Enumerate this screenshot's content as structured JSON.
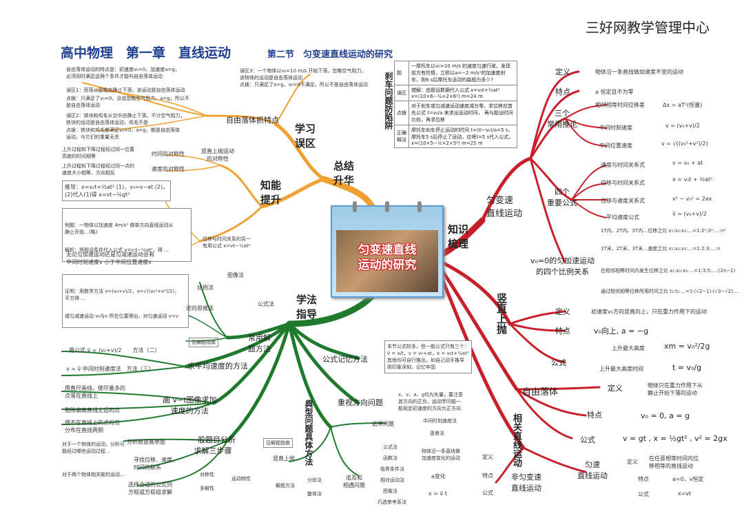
{
  "header": {
    "org": "三好网教学管理中心",
    "title": "高中物理　第一章　直线运动",
    "subtitle": "第二节　匀变速直线运动的研究"
  },
  "center": {
    "title_line1": "匀变速直线",
    "title_line2": "运动的研究"
  },
  "hubs": {
    "summary": "总结\n升华",
    "review": "学习\n误区",
    "ability": "知能\n提升",
    "study": "学法\n指导",
    "knowledge": "知识\n梳理",
    "uniform_accel": "匀变速\n直线运动",
    "vertical_up": "竖直上抛",
    "free_fall": "自由落体",
    "related": "相关直线运动",
    "trap": "刹车问题防陷阱",
    "typical": "典型问题具体方法"
  },
  "uniform_accel": {
    "def_label": "定义",
    "def_text": "物体沿一条直线做加速度不变的运动",
    "feat_label": "特点",
    "feat_text": "a 恒定且不为零",
    "three_label": "三个\n常用推论",
    "adj_label": "相邻相等时间位移差",
    "adj_formula": "Δx = aT²(恒量)",
    "mid_time_label": "中间时刻速度",
    "mid_time_formula": "v = (v₀+v)/2",
    "mid_pos_label": "中间位置速度",
    "mid_pos_formula": "v = √((v₀²+v²)/2)",
    "four_label": "四个\n重要公式",
    "f1_label": "速度与时间关系式",
    "f1": "v = v₀ + at",
    "f2_label": "位移与时间关系式",
    "f2": "x = v₀t + ½at²",
    "f3_label": "位移与速度关系式",
    "f3": "v² − v₀² = 2ax",
    "f4_label": "平均速度公式",
    "f4": "v̄ = (v₀+v)/2",
    "ratio_label": "v₀=0的匀加速运动\n的四个比例关系",
    "r1": "1T内、2T内、3T内…位移之比 x₁:x₂:x₃:…=1:2²:3²:…:n²",
    "r2": "1T末、2T末、3T末…速度之比 v₁:v₂:v₃:…=1:2:3:…:n",
    "r3": "在相邻相等时间内发生位移之比 x₁:x₂:x₃:…=1:3:5:…:(2n−1)",
    "r4": "通过相邻相等位移所用时间之比 t₁:t₂:…=1:(√2−1):(√3−√2):…"
  },
  "vertical_up": {
    "def_label": "定义",
    "def_text": "初速度v₀方向竖直向上，只在重力作用下的运动",
    "feat_label": "特点",
    "feat_text": "v₀向上, a = −g",
    "formula_label": "公式",
    "h_label": "上升最大高度",
    "h_formula": "xm = v₀²/2g",
    "t_label": "上升最大高度时间",
    "t_formula": "t = v₀/g"
  },
  "free_fall": {
    "def_label": "定义",
    "def_text": "物体只在重力作用下从\n静止开始下落的运动",
    "feat_label": "特点",
    "feat_text": "v₀ = 0, a = g",
    "formula_label": "公式",
    "formula_text": "v = gt , x = ½gt² , v² = 2gx"
  },
  "related": {
    "uniform_label": "匀速\n直线运动",
    "u_def_label": "定义",
    "u_def_text": "在任意相等时间内位\n移相等的直线运动",
    "u_feat_label": "特点",
    "u_feat_text": "a=0，v恒定",
    "u_formula_label": "公式",
    "u_formula_text": "x=vt",
    "nonuniform_label": "非匀变速\n直线运动",
    "n_def_label": "定义",
    "n_def_text": "物体沿一条直线做\n加速度变化的运动",
    "n_feat_label": "特点",
    "n_feat_text": "a变化",
    "n_formula_label": "公式",
    "n_formula_text": "x = v̄ t"
  },
  "review": {
    "freefall_label": "自由落体抓特点",
    "e1": "自由落体运动的特点是：初速度v₀=0，加速度a=g，\n必须同时满足这两个条件才能叫自由落体运动",
    "e2_label": "误区1：而落从屋檐由静止下落，该运动是自由落体运动",
    "e2": "点拨：只满足了v₀=0，没说忽略空气阻力，a=g，所以不\n是自由落体运动",
    "e3_label": "误区2：铁块和鸡毛从空中由静止下落，不计空气阻力，\n铁块的运动是自由落体运动，鸡毛不是",
    "e3": "点拨：铁块和鸡毛都满足v₀=0，a=g，都是自由落体\n运动，与它们的重量无关",
    "e4_label": "误区3：一个物体以v₀=10 m/s 开始下落，忽略空气阻力，\n该物体的运动是自由落体运动",
    "e4": "点拨：只满足了a=g，v₀=0不满足，所以不是自由落体运动",
    "sym_label": "竖直上抛运动\n的对称性",
    "time_sym": "时间的对称性",
    "time_sym_text": "上升过程和下降过程经过同一位置\n高度的时间相等",
    "vel_sym": "速度的对称性",
    "vel_sym_text": "上升过程和下降过程经过同一点的\n速度大小相等、方向相反"
  },
  "ability": {
    "formula_box": "推导：x=v₀t+½at² (1)，v₀=v−at (2)，\n(2)代入(1)得 x=vt−½gt²",
    "example": "例题：一物体以加速度 4m/s² 做单方向直线运动从\n静止开始…(略)",
    "example_solve": "解析：将题设条件代入公式 x=v·t−½at²，得 …",
    "disp_label": "位移与时间关系的另一\n有用公式 x=vt−½at²",
    "avg_label": "无论匀加速运动还是匀减速运动总有\n中间时刻速度v 小于中间位置速度v",
    "proof": "证明：用数学方法 v=(v₀+v)/2，v=√((v₀²+v²)/2)，\n平方得 …",
    "proof_end": "或匀减速运动 v₀与v 所在位置得出，对匀速运动 v=v"
  },
  "trap": {
    "q_label": "题",
    "q": "一摩托车以v₀=10 m/s 的速度匀速行驶，发现前方有险情，立即以a=−2 m/s²的加速度刹车，则6 s后摩托车运动的路程为多少?",
    "mis_label": "误区",
    "mis": "错解：由题设数据代入公式 x=v₀t+½at²\nx=(10×6−½×2×6²) m=24 m",
    "tip_label": "点拨",
    "tip": "对于刹车或匀减速运动速度减为零，求位移应首先公式 t=v₀/a 来求出运动时间，\n再与题设时间比较，再求位移",
    "sol_label": "正确解法",
    "sol": "摩托车刹车停止运动的时间 t=(0−v₀)/a=5 s，\n摩托车5 s后停止了运动，应将t=5 s代入公式，\nx=(10×5−½×2×5²) m=25 m"
  },
  "study": {
    "common_label": "常用解\n题方法",
    "m1": "图像法",
    "m2": "公式法",
    "m3": "比例法",
    "m4": "逆向思维法",
    "m5": "见解题指南",
    "avg_method_label": "求平均速度的方法",
    "avg1": "用公式 v̄ = (v₀+v)/2　　方法（二）",
    "avg2": "v = v̄ 中间时刻速度法　方法（三）",
    "graph_label": "画 v−t图像求加\n速度的方法",
    "g1": "用直尺画线，使尽量多的\n点落在直线上",
    "g2": "剔除偏离直线太远的点",
    "g3": "使不在直线上的点均匀\n分布在直线两侧",
    "steps_label": "一般题目分析\n求解三步骤",
    "s1_label": "分析题意画草图",
    "s1": "对于一个物体的运动，分析可\n能经过哪些运动过程…",
    "s2_label": "寻找位移、速度、\n时间的联系",
    "s2": "对于两个物体相关联的运动…",
    "s3_label": "选择合适的公式列\n方程或方程组求解",
    "memory_label": "公式记忆方法",
    "memory_text": "本节公式较多，但一般公式只有三个：\nv̄ = x/t，v = v₀+at，x = v₀t+½at²\n其他均可自行推出，如自己动手推导\n则印象深刻，记忆牢固",
    "direction_label": "重视方向问题",
    "direction_text": "x、v、a、g均为矢量，要注意\n其方向的正负，运动学问题一\n般规定初速度的方向为正方向",
    "tape_label": "纸带问题",
    "tape1": "中间时刻速度法",
    "tape2": "逐差法",
    "vup_label": "竖直上抛",
    "vup1": "对称性",
    "vup2": "多解性",
    "vup3": "运动特性",
    "vup_m1": "解题方法",
    "vup_m2": "分段法",
    "vup_m3": "整体法",
    "chase_label": "追及和\n相遇问题",
    "c1": "公式法",
    "c2": "函数法",
    "c3": "临界条件法",
    "c4": "相对运动法",
    "c5": "图像法",
    "c6": "巧选参考系法",
    "guide_label": "见解题指南"
  }
}
